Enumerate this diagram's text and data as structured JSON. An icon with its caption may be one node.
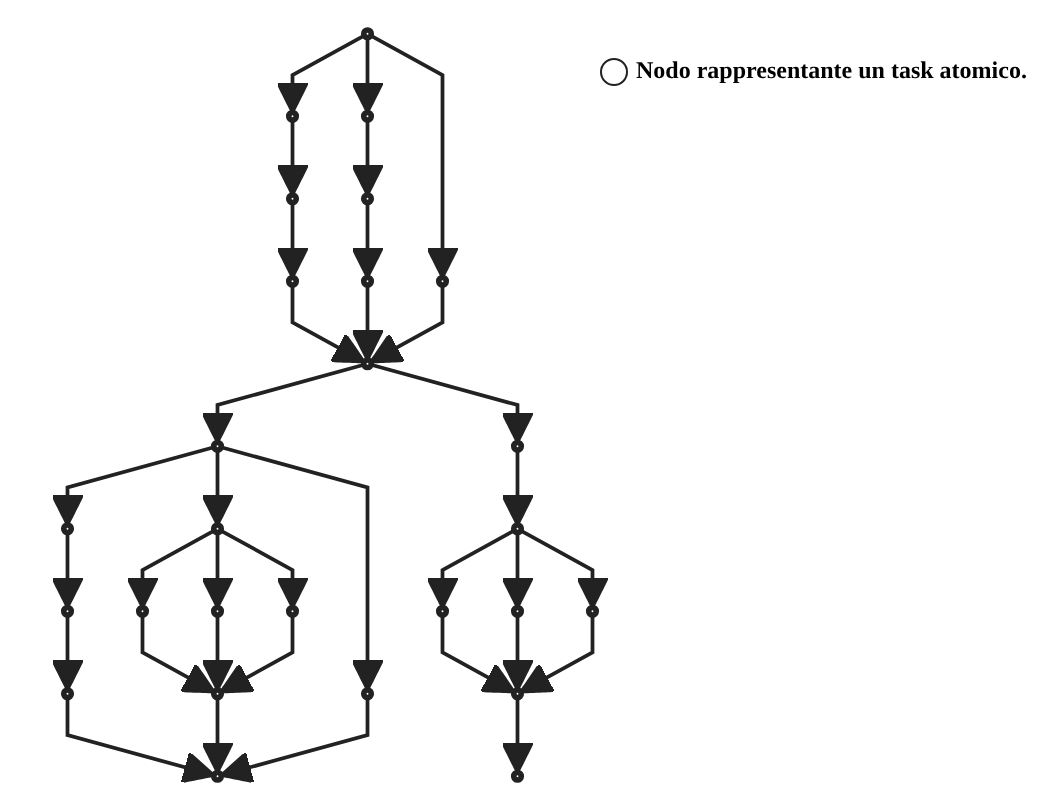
{
  "diagram": {
    "nodes": [
      {
        "text": [],
        "shape": "circle"
      },
      {
        "text": [],
        "shape": "circle"
      },
      {
        "text": [],
        "shape": "circle"
      },
      {
        "text": [],
        "shape": "circle"
      },
      {
        "text": [],
        "shape": "circle"
      },
      {
        "text": [],
        "shape": "circle"
      },
      {
        "text": [],
        "shape": "circle"
      },
      {
        "text": [],
        "shape": "circle"
      },
      {
        "text": [],
        "shape": "circle"
      },
      {
        "text": [],
        "shape": "circle"
      },
      {
        "text": [],
        "shape": "circle"
      },
      {
        "text": [],
        "shape": "circle"
      },
      {
        "text": [],
        "shape": "circle"
      },
      {
        "text": [],
        "shape": "circle"
      },
      {
        "text": [],
        "shape": "circle"
      },
      {
        "text": [],
        "shape": "circle"
      },
      {
        "text": [],
        "shape": "circle"
      },
      {
        "text": [],
        "shape": "circle"
      },
      {
        "text": [],
        "shape": "circle"
      },
      {
        "text": [],
        "shape": "circle"
      },
      {
        "text": [],
        "shape": "circle"
      },
      {
        "text": [],
        "shape": "circle"
      },
      {
        "text": [],
        "shape": "circle"
      },
      {
        "text": [],
        "shape": "circle"
      },
      {
        "text": [],
        "shape": "circle"
      },
      {
        "text": [],
        "shape": "circle"
      },
      {
        "text": [],
        "shape": "circle"
      }
    ],
    "edges": [
      {
        "from": 0,
        "to": 1,
        "arrow": "to"
      },
      {
        "from": 0,
        "to": 2,
        "arrow": "to"
      },
      {
        "from": 0,
        "to": 3,
        "arrow": "to"
      },
      {
        "from": 1,
        "to": 4,
        "arrow": "to"
      },
      {
        "from": 4,
        "to": 6,
        "arrow": "to"
      },
      {
        "from": 2,
        "to": 5,
        "arrow": "to"
      },
      {
        "from": 5,
        "to": 7,
        "arrow": "to"
      },
      {
        "from": 6,
        "to": 8,
        "arrow": "to"
      },
      {
        "from": 7,
        "to": 8,
        "arrow": "to"
      },
      {
        "from": 3,
        "to": 8,
        "arrow": "to"
      },
      {
        "from": 8,
        "to": 9,
        "arrow": "to"
      },
      {
        "from": 8,
        "to": 10,
        "arrow": "to"
      },
      {
        "from": 9,
        "to": 11,
        "arrow": "to"
      },
      {
        "from": 9,
        "to": 12,
        "arrow": "to"
      },
      {
        "from": 9,
        "to": 13,
        "arrow": "to"
      },
      {
        "from": 11,
        "to": 15,
        "arrow": "to"
      },
      {
        "from": 15,
        "to": 22,
        "arrow": "to"
      },
      {
        "from": 12,
        "to": 16,
        "arrow": "to"
      },
      {
        "from": 12,
        "to": 17,
        "arrow": "to"
      },
      {
        "from": 12,
        "to": 18,
        "arrow": "to"
      },
      {
        "from": 16,
        "to": 23,
        "arrow": "to"
      },
      {
        "from": 17,
        "to": 23,
        "arrow": "to"
      },
      {
        "from": 18,
        "to": 23,
        "arrow": "to"
      },
      {
        "from": 22,
        "to": 25,
        "arrow": "to"
      },
      {
        "from": 23,
        "to": 25,
        "arrow": "to"
      },
      {
        "from": 13,
        "to": 25,
        "arrow": "to"
      },
      {
        "from": 10,
        "to": 14,
        "arrow": "to"
      },
      {
        "from": 14,
        "to": 19,
        "arrow": "to"
      },
      {
        "from": 14,
        "to": 20,
        "arrow": "to"
      },
      {
        "from": 14,
        "to": 21,
        "arrow": "to"
      },
      {
        "from": 19,
        "to": 24,
        "arrow": "to"
      },
      {
        "from": 20,
        "to": 24,
        "arrow": "to"
      },
      {
        "from": 21,
        "to": 24,
        "arrow": "to"
      },
      {
        "from": 24,
        "to": 26,
        "arrow": "to"
      }
    ],
    "legend": [
      {
        "text": "Nodo rappresentante un task atomico."
      }
    ]
  }
}
